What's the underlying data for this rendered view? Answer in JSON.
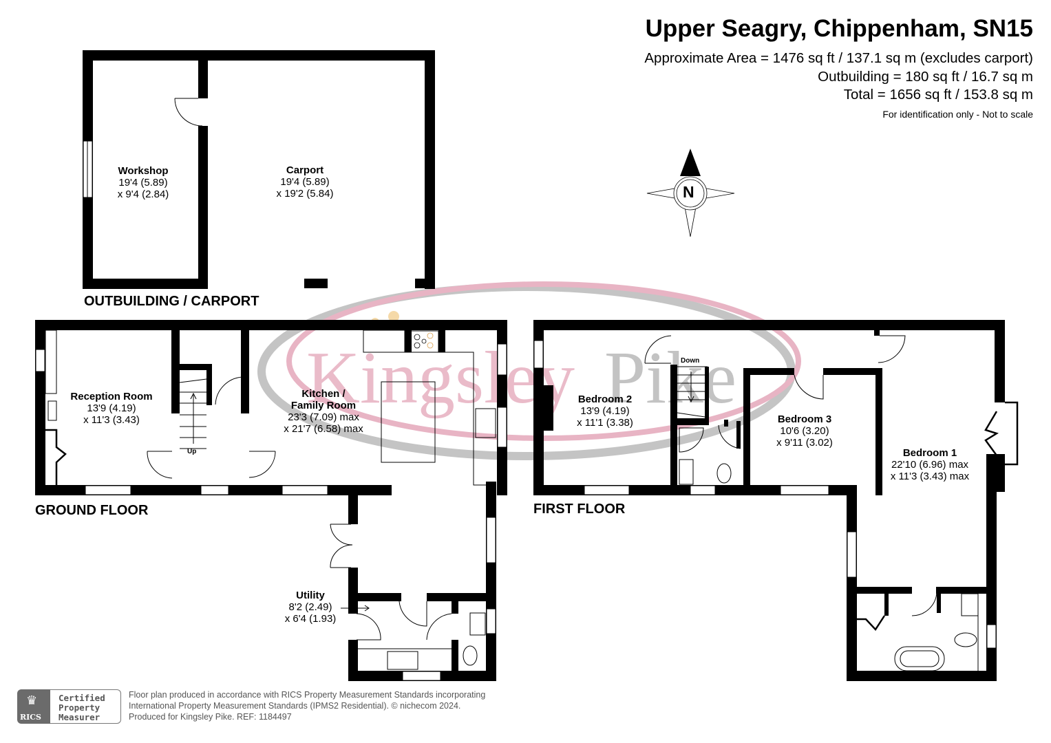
{
  "header": {
    "title": "Upper Seagry, Chippenham, SN15",
    "approximate_area": "Approximate Area = 1476 sq ft / 137.1 sq m (excludes carport)",
    "outbuilding_area": "Outbuilding = 180 sq ft / 16.7 sq m",
    "total_area": "Total = 1656 sq ft / 153.8 sq m",
    "disclaimer": "For identification only - Not to scale"
  },
  "compass": {
    "label": "N",
    "icon": "north-arrow-icon"
  },
  "watermark": {
    "text_part1": "Kingsley",
    "text_part2": "Pike",
    "colors": {
      "pink": "#e8b4c4",
      "grey": "#bdbdbd",
      "gold": "#f5d9a8"
    }
  },
  "floors": {
    "outbuilding": {
      "label": "OUTBUILDING / CARPORT",
      "rooms": [
        {
          "name": "Workshop",
          "dim1": "19'4 (5.89)",
          "dim2": "x 9'4 (2.84)"
        },
        {
          "name": "Carport",
          "dim1": "19'4 (5.89)",
          "dim2": "x 19'2 (5.84)"
        }
      ]
    },
    "ground": {
      "label": "GROUND FLOOR",
      "stairs_label": "Up",
      "rooms": [
        {
          "name": "Reception Room",
          "dim1": "13'9 (4.19)",
          "dim2": "x 11'3 (3.43)"
        },
        {
          "name": "Kitchen /",
          "name2": "Family Room",
          "dim1": "23'3 (7.09) max",
          "dim2": "x 21'7 (6.58) max"
        },
        {
          "name": "Utility",
          "dim1": "8'2 (2.49)",
          "dim2": "x 6'4 (1.93)"
        }
      ]
    },
    "first": {
      "label": "FIRST FLOOR",
      "stairs_label": "Down",
      "rooms": [
        {
          "name": "Bedroom 2",
          "dim1": "13'9 (4.19)",
          "dim2": "x 11'1 (3.38)"
        },
        {
          "name": "Bedroom 3",
          "dim1": "10'6 (3.20)",
          "dim2": "x 9'11 (3.02)"
        },
        {
          "name": "Bedroom 1",
          "dim1": "22'10 (6.96) max",
          "dim2": "x 11'3 (3.43) max"
        }
      ]
    }
  },
  "footer": {
    "badge": {
      "org": "RICS",
      "line1": "Certified",
      "line2": "Property",
      "line3": "Measurer"
    },
    "line1": "Floor plan produced in accordance with RICS Property Measurement Standards incorporating",
    "line2": "International Property Measurement Standards (IPMS2 Residential).   © nichecom 2024.",
    "line3": "Produced for Kingsley Pike.   REF:  1184497"
  }
}
